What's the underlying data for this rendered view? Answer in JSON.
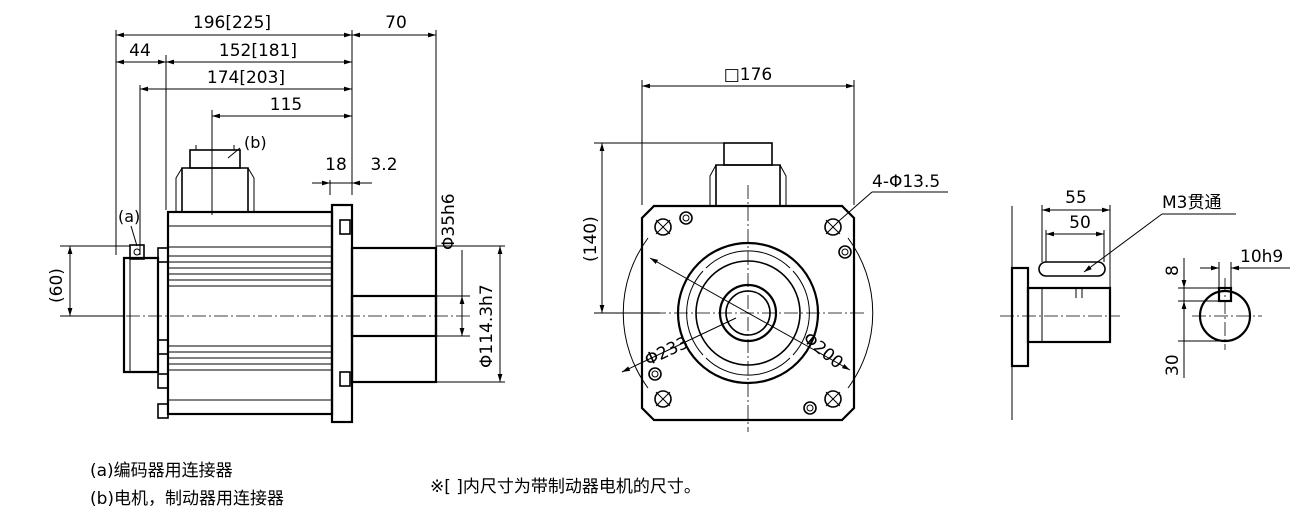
{
  "side_view": {
    "dim_overall": "196[225]",
    "dim_shaft_length": "70",
    "dim_44": "44",
    "dim_152": "152[181]",
    "dim_174": "174[203]",
    "dim_115": "115",
    "dim_18": "18",
    "dim_3_2": "3.2",
    "dim_shaft_dia": "Φ35h6",
    "dim_spigot_dia": "Φ114.3h7",
    "dim_height_60": "(60)",
    "label_a": "(a)",
    "label_b": "(b)"
  },
  "front_view": {
    "dim_flange": "□176",
    "dim_height_140": "(140)",
    "dim_holes": "4-Φ13.5",
    "dim_233": "Φ233",
    "dim_200": "Φ200"
  },
  "shaft_view": {
    "dim_55": "55",
    "dim_50": "50",
    "label_m3": "M3贯通",
    "dim_8": "8",
    "dim_10h9": "10h9",
    "dim_30": "30"
  },
  "legend": {
    "item_a": "(a)编码器用连接器",
    "item_b": "(b)电机，制动器用连接器",
    "note": "※[ ]内尺寸为带制动器电机的尺寸。"
  }
}
